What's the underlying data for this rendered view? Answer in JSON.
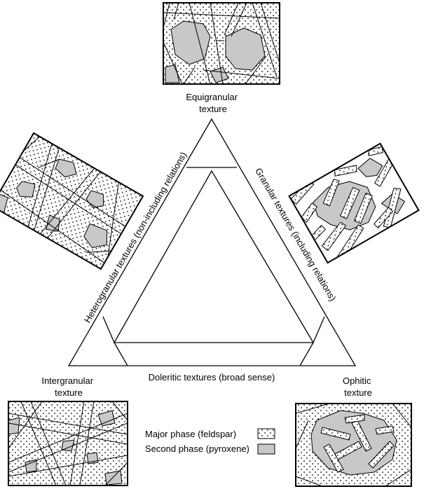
{
  "vertices": {
    "top": [
      "Equigranular",
      "texture"
    ],
    "left": [
      "Intergranular",
      "texture"
    ],
    "right": [
      "Ophitic",
      "texture"
    ]
  },
  "sides": {
    "left": "Heterogranular textures (non-including relations)",
    "right": "Granular textures (including relations)",
    "bottom": "Doleritic textures (broad sense)"
  },
  "legend": {
    "major_phase": "Major phase (feldspar)",
    "second_phase": "Second phase (pyroxene)"
  },
  "colors": {
    "second_phase_fill": "#c8c8c8",
    "ink": "#000000"
  }
}
